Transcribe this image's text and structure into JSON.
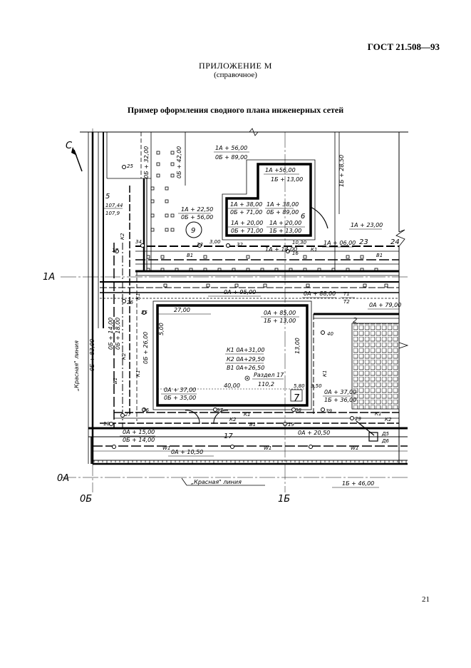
{
  "header": {
    "gost_code": "ГОСТ 21.508—93",
    "appendix_title": "ПРИЛОЖЕНИЕ М",
    "appendix_subtitle": "(справочное)",
    "caption": "Пример оформления сводного плана инженерных сетей",
    "page_number": "21"
  },
  "plan": {
    "north_label": "С",
    "axes": {
      "a1": "1А",
      "a0": "0А",
      "b0": "0Б",
      "b1": "1Б"
    },
    "red_line": "„Красная\" линия",
    "red_line_vertical": "„Красная\" линия",
    "coords": {
      "c1": "1А + 56,00",
      "c2": "0Б + 89,00",
      "c3": "1А +56,00",
      "c4": "1Б + 13,00",
      "c5": "1А + 38,00",
      "c6": "0Б + 71,00",
      "c7": "1А + 38,00",
      "c8": "0Б + 89,00",
      "c9": "1А + 20,00",
      "c10": "0Б + 71,00",
      "c11": "1А + 20,00",
      "c12": "1Б + 13,00",
      "c13": "1А + 22,50",
      "c14": "0Б + 56,00",
      "c15": "1А + 23,00",
      "c16": "1А + 14,00",
      "c17": "1А + 06,00",
      "c18": "0Б + 42,00",
      "c19": "0Б + 32,00",
      "c20": "1Б + 28,50",
      "c21": "0А + 95,00",
      "c22": "0А + 88,00",
      "c23": "0А + 79,00",
      "c24": "0А + 85,00",
      "c25": "1Б + 13,00",
      "c26": "0А + 37,00",
      "c27": "0Б + 35,00",
      "c28": "0А + 37,00",
      "c29": "1Б + 36,00",
      "c30": "0А + 15,00",
      "c31": "0Б + 14,00",
      "c32": "0А + 20,50",
      "c33": "0А + 10,50",
      "c34": "1Б + 46,00",
      "c35": "0Б + 83,00",
      "c36": "0Б + 14,00",
      "c37": "0Б + 18,00",
      "c38": "0Б + 26,00"
    },
    "wells": {
      "w25": "25",
      "w17": "17",
      "w34": "34",
      "w33": "33",
      "w32": "32",
      "w16": "16",
      "w26": "26",
      "w35": "35",
      "w40": "40",
      "w36": "36",
      "w37": "37",
      "w38": "38",
      "w39": "39",
      "w27": "27",
      "w18": "18",
      "w19": "19",
      "w29": "29"
    },
    "nums": {
      "n5": "5",
      "n6": "6",
      "n7": "7",
      "n9": "9",
      "n2": "2",
      "n17": "17",
      "n23": "23",
      "n24": "24"
    },
    "dims": {
      "d27": "27,00",
      "d500": "5,00",
      "d1300": "13,00",
      "d40": "40,00",
      "d580": "5,80",
      "d350": "3,50",
      "d300": "3,00",
      "d1030": "10,30"
    },
    "levels": {
      "l1": "107,44",
      "l2": "107,9"
    },
    "net": {
      "b1": "В1",
      "k1": "К1",
      "k2": "К2",
      "w1": "W1",
      "t1": "Т1",
      "t2": "Т2",
      "d5": "Д5",
      "d6": "Д6"
    },
    "notes": {
      "k1": "К1  0А+31,00",
      "k2": "К2  0А+29,50",
      "b1": "В1  0А+26,50",
      "section": "Раздел 17",
      "section_val": "110,2"
    }
  }
}
